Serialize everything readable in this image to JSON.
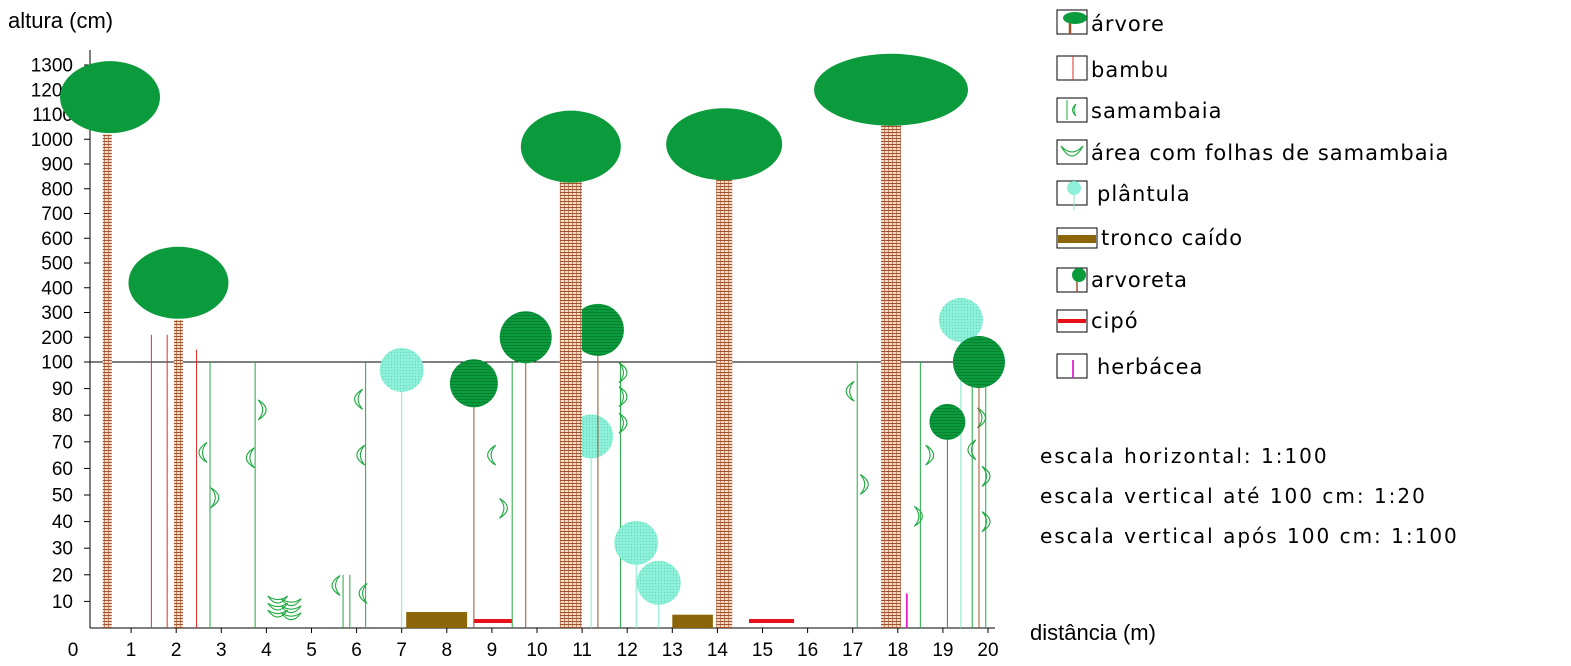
{
  "chart_data": {
    "type": "profile-diagram",
    "ylabel": "altura (cm)",
    "xlabel": "distância (m)",
    "x_range": [
      0,
      20
    ],
    "x_ticks": [
      "0",
      "1",
      "2",
      "3",
      "4",
      "5",
      "6",
      "7",
      "8",
      "9",
      "10",
      "11",
      "12",
      "13",
      "14",
      "15",
      "16",
      "17",
      "18",
      "19",
      "20"
    ],
    "y_ticks_lower": [
      "10",
      "20",
      "30",
      "40",
      "50",
      "60",
      "70",
      "80",
      "90",
      "100"
    ],
    "y_ticks_upper": [
      "200",
      "300",
      "400",
      "500",
      "600",
      "700",
      "800",
      "900",
      "1000",
      "1100",
      "1200",
      "1300"
    ],
    "trees": [
      {
        "x": 0.25,
        "top_cm": 1020,
        "crown_cm": 1170
      },
      {
        "x": 10.75,
        "top_cm": 850,
        "crown_cm": 970
      },
      {
        "x": 14.15,
        "top_cm": 840,
        "crown_cm": 980
      },
      {
        "x": 17.85,
        "top_cm": 1060,
        "crown_cm": 1200
      },
      {
        "x": 2.05,
        "top_cm": 270,
        "crown_cm": 420
      }
    ],
    "saplings": [
      {
        "x": 8.6,
        "height_cm": 92
      },
      {
        "x": 9.75,
        "height_cm": 200
      },
      {
        "x": 11.35,
        "height_cm": 230
      },
      {
        "x": 19.1,
        "height_cm": 79
      },
      {
        "x": 19.8,
        "height_cm": 100
      }
    ],
    "seedlings": [
      {
        "x": 7.0,
        "height_cm": 97
      },
      {
        "x": 11.2,
        "height_cm": 72
      },
      {
        "x": 12.2,
        "height_cm": 32
      },
      {
        "x": 12.7,
        "height_cm": 17
      },
      {
        "x": 19.4,
        "height_cm": 270
      }
    ],
    "bamboos": [
      {
        "x": 1.45,
        "height_cm": 210
      },
      {
        "x": 1.8,
        "height_cm": 210
      },
      {
        "x": 2.45,
        "height_cm": 150
      }
    ],
    "fallen_logs": [
      {
        "x0": 7.1,
        "x1": 8.45,
        "height_cm": 6
      },
      {
        "x0": 13.0,
        "x1": 13.9,
        "height_cm": 5
      }
    ],
    "vines": [
      {
        "x0": 8.6,
        "x1": 9.45,
        "height_cm": 3
      },
      {
        "x0": 14.7,
        "x1": 15.7,
        "height_cm": 3
      }
    ],
    "herbaceous": [
      {
        "x": 18.2,
        "height_cm": 13
      }
    ],
    "fern_stems": [
      {
        "x": 2.75,
        "height_cm": 100
      },
      {
        "x": 3.75,
        "height_cm": 100
      },
      {
        "x": 5.7,
        "height_cm": 20
      },
      {
        "x": 5.85,
        "height_cm": 20
      },
      {
        "x": 6.2,
        "height_cm": 100
      },
      {
        "x": 9.45,
        "height_cm": 100
      },
      {
        "x": 11.85,
        "height_cm": 100
      },
      {
        "x": 17.1,
        "height_cm": 100
      },
      {
        "x": 18.5,
        "height_cm": 100
      },
      {
        "x": 19.65,
        "height_cm": 100
      },
      {
        "x": 19.95,
        "height_cm": 100
      }
    ],
    "fern_leaves": [
      {
        "x": 2.55,
        "h": 66,
        "dir": "r"
      },
      {
        "x": 2.9,
        "h": 49,
        "dir": "l"
      },
      {
        "x": 3.6,
        "h": 64,
        "dir": "r"
      },
      {
        "x": 3.95,
        "h": 82,
        "dir": "l"
      },
      {
        "x": 5.5,
        "h": 16,
        "dir": "r"
      },
      {
        "x": 6.0,
        "h": 86,
        "dir": "r"
      },
      {
        "x": 6.05,
        "h": 65,
        "dir": "r"
      },
      {
        "x": 6.1,
        "h": 13,
        "dir": "r"
      },
      {
        "x": 8.95,
        "h": 65,
        "dir": "r"
      },
      {
        "x": 9.3,
        "h": 45,
        "dir": "l"
      },
      {
        "x": 11.95,
        "h": 96,
        "dir": "l"
      },
      {
        "x": 11.95,
        "h": 87,
        "dir": "l"
      },
      {
        "x": 11.95,
        "h": 77,
        "dir": "l"
      },
      {
        "x": 16.9,
        "h": 89,
        "dir": "r"
      },
      {
        "x": 17.3,
        "h": 54,
        "dir": "l"
      },
      {
        "x": 18.5,
        "h": 42,
        "dir": "l"
      },
      {
        "x": 18.75,
        "h": 65,
        "dir": "l"
      },
      {
        "x": 19.6,
        "h": 67,
        "dir": "r"
      },
      {
        "x": 19.9,
        "h": 79,
        "dir": "l"
      },
      {
        "x": 20.0,
        "h": 57,
        "dir": "l"
      },
      {
        "x": 20.0,
        "h": 40,
        "dir": "l"
      }
    ],
    "fern_areas": [
      {
        "x": 4.25,
        "h": 9
      },
      {
        "x": 4.55,
        "h": 8
      }
    ]
  },
  "legend": {
    "arvore": "árvore",
    "bambu": "bambu",
    "samambaia": "samambaia",
    "area_folhas": "área com folhas de samambaia",
    "plantula": "plântula",
    "tronco_caido": "tronco caído",
    "arvoreta": "arvoreta",
    "cipo": "cipó",
    "herbacea": "herbácea"
  },
  "scales": {
    "horizontal": "escala horizontal: 1:100",
    "vertical_low": "escala vertical até 100 cm: 1:20",
    "vertical_high": "escala vertical após 100 cm: 1:100"
  },
  "colors": {
    "tree_green": "#0b9a3c",
    "trunk_brown": "#a0522d",
    "bamboo_red": "#e03030",
    "fern_green": "#22aa44",
    "seedling_cyan": "#7fe8cf",
    "log_brown": "#8b6508",
    "vine_red": "#e8101a",
    "herb_magenta": "#e020d0"
  }
}
